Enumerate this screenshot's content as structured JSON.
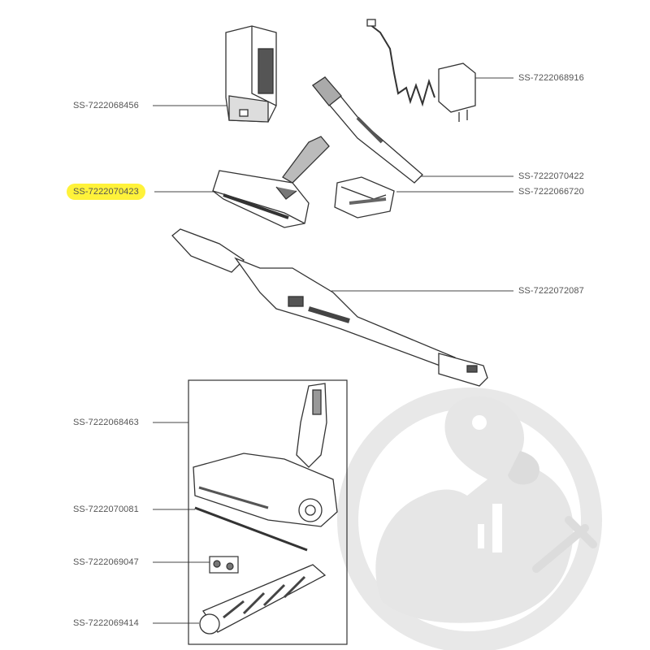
{
  "parts": [
    {
      "id": "battery",
      "ref": "SS-7222068456"
    },
    {
      "id": "charger",
      "ref": "SS-7222068916"
    },
    {
      "id": "crevice-tool",
      "ref": "SS-7222070422"
    },
    {
      "id": "mini-brush",
      "ref": "SS-7222070423",
      "highlighted": true
    },
    {
      "id": "dusting-brush",
      "ref": "SS-7222066720"
    },
    {
      "id": "extension-tube",
      "ref": "SS-7222072087"
    },
    {
      "id": "floor-nozzle",
      "ref": "SS-7222068463"
    },
    {
      "id": "nozzle-strip",
      "ref": "SS-7222070081"
    },
    {
      "id": "screws",
      "ref": "SS-7222069047"
    },
    {
      "id": "brush-roll",
      "ref": "SS-7222069414"
    }
  ],
  "colors": {
    "highlight": "#fff23a",
    "line": "#444444",
    "text": "#555555",
    "watermark": "#e6e6e6"
  }
}
